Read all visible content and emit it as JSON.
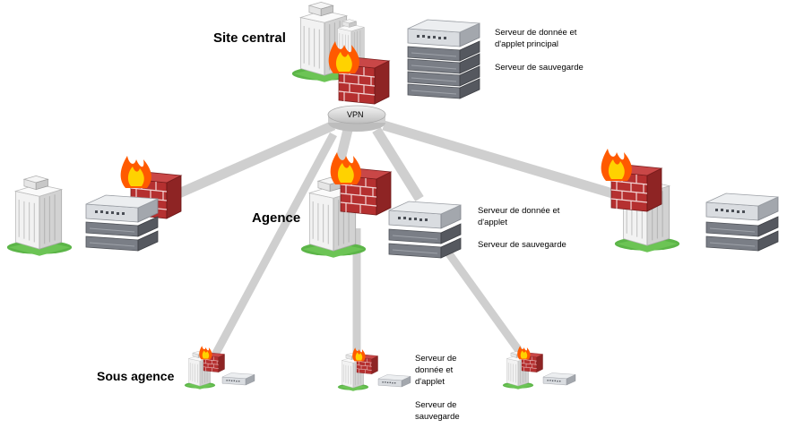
{
  "hub": {
    "label": "VPN"
  },
  "central": {
    "title": "Site central",
    "server_caption_lines": [
      "Serveur de donnée et",
      "d'applet principal"
    ],
    "backup_caption": "Serveur de sauvegarde"
  },
  "agence": {
    "title": "Agence",
    "server_caption_lines": [
      "Serveur de donnée et",
      "d'applet"
    ],
    "backup_caption": "Serveur de sauvegarde"
  },
  "sous_agence": {
    "title": "Sous agence",
    "caption_lines": [
      "Serveur de",
      "donnée et",
      "d'applet"
    ],
    "backup_caption_lines": [
      "Serveur de",
      "sauvegarde"
    ]
  },
  "colors": {
    "link": "#d6d6d6",
    "building": "#e9e9e9",
    "lawn": "#5cb548",
    "firewall_brick": "#b02d2d",
    "flame": "#ff7a00",
    "server": "#cfd2d6",
    "rack": "#6d7079"
  },
  "icons": [
    "building-icon",
    "firewall-icon",
    "server-icon",
    "server-rack-icon",
    "vpn-router-icon"
  ]
}
